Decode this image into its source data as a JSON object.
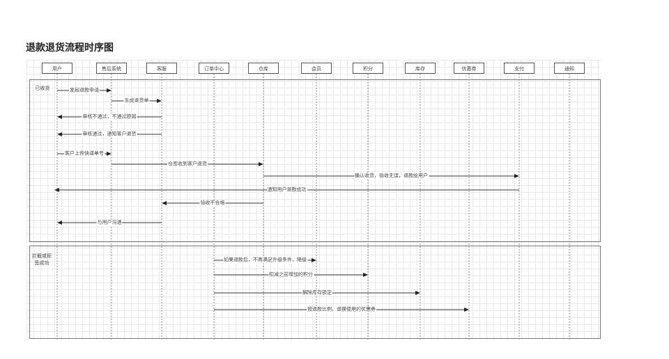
{
  "title": "退款退货流程时序图",
  "participants": [
    "用户",
    "售后系统",
    "客服",
    "订单中心",
    "仓库",
    "会员",
    "积分",
    "库存",
    "优惠券",
    "支付",
    "通知"
  ],
  "frames": [
    {
      "label": "已收货"
    },
    {
      "label": "拦截或拒签成功"
    }
  ],
  "messages": [
    {
      "from": 0,
      "to": 1,
      "text": "发起退款申请"
    },
    {
      "from": 1,
      "to": 2,
      "text": "生成退货单"
    },
    {
      "from": 2,
      "to": 0,
      "text": "审核不通过，不通过原因"
    },
    {
      "from": 2,
      "to": 0,
      "text": "审核通过，通知客户退货"
    },
    {
      "from": 0,
      "to": 1,
      "text": "客户上传快递单号"
    },
    {
      "from": 1,
      "to": 4,
      "text": "仓库收到客户退货"
    },
    {
      "from": 4,
      "to": 9,
      "text": "确认收货，验收无误，退款给用户"
    },
    {
      "from": 9,
      "to": 0,
      "text": "通知用户退款成功"
    },
    {
      "from": 4,
      "to": 2,
      "text": "验收不合格"
    },
    {
      "from": 2,
      "to": 0,
      "text": "与用户沟通"
    },
    {
      "from": 3,
      "to": 5,
      "text": "如果退款后，不再满足升级条件，降级"
    },
    {
      "from": 3,
      "to": 6,
      "text": "扣减之前增加的积分"
    },
    {
      "from": 3,
      "to": 7,
      "text": "解除库存锁定"
    },
    {
      "from": 3,
      "to": 8,
      "text": "按退款比例，退换使用的优惠券"
    }
  ]
}
